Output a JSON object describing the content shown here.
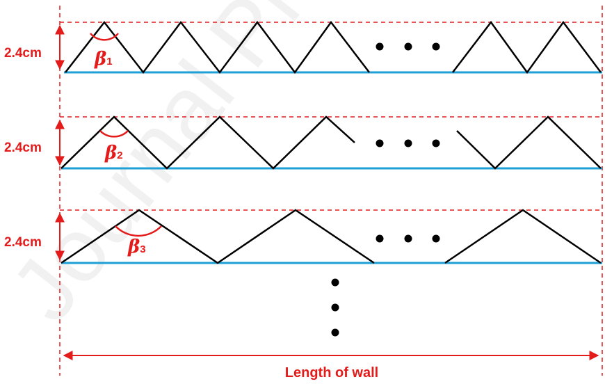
{
  "watermark": "Journal Pre-proof",
  "rows": [
    {
      "height_label": "2.4cm",
      "angle_symbol": "β",
      "angle_subscript": "1"
    },
    {
      "height_label": "2.4cm",
      "angle_symbol": "β",
      "angle_subscript": "2"
    },
    {
      "height_label": "2.4cm",
      "angle_symbol": "β",
      "angle_subscript": "3"
    }
  ],
  "wall_label": "Length of wall",
  "colors": {
    "annotation": "#e41b1b",
    "baseline": "#1ea0d6",
    "profile": "#000000"
  }
}
